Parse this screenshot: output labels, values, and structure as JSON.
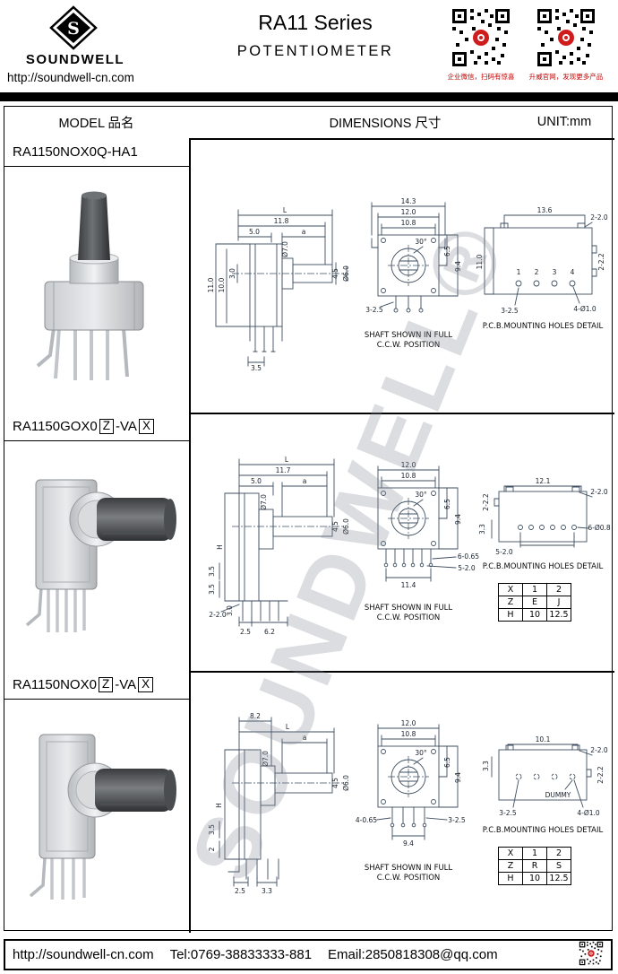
{
  "watermark": "SOUNDWELL®",
  "header": {
    "company": "SOUNDWELL",
    "logo_letter": "S",
    "site": "http://soundwell-cn.com",
    "series": "RA11 Series",
    "product": "POTENTIOMETER",
    "qr1_caption": "企业微信，扫码有惊喜",
    "qr2_caption": "升威官网，发现更多产品"
  },
  "table_header": {
    "model": "MODEL 品名",
    "dimensions": "DIMENSIONS 尺寸",
    "unit": "UNIT:mm"
  },
  "captions": {
    "shaft_line1": "SHAFT SHOWN IN FULL",
    "shaft_line2": "C.C.W. POSITION",
    "pcb": "P.C.B.MOUNTING HOLES DETAIL"
  },
  "rows": [
    {
      "model": "RA1150NOX0Q-HA1",
      "side": [
        "L",
        "11.8",
        "5.0",
        "a",
        "11.0",
        "10.0",
        "3.0",
        "Ø7.0",
        "4.5",
        "Ø6.0",
        "3.5"
      ],
      "front": [
        "14.3",
        "12.0",
        "10.8",
        "30°",
        "6.5",
        "9.4",
        "3-2.5"
      ],
      "pcb": [
        "13.6",
        "2-2.0",
        "11.0",
        "2-2.2",
        "1",
        "2",
        "3",
        "4",
        "3-2.5",
        "4-Ø1.0"
      ]
    },
    {
      "model_prefix": "RA1150GOX0",
      "model_z": "Z",
      "model_mid": "-VA",
      "model_x": "X",
      "side": [
        "L",
        "11.7",
        "5.0",
        "a",
        "Ø7.0",
        "4.5",
        "Ø6.0",
        "H",
        "3.5",
        "3.5",
        "2-2.0",
        "3.0",
        "2.5",
        "6.2"
      ],
      "front": [
        "12.0",
        "10.8",
        "30°",
        "6.5",
        "9.4",
        "6-0.65",
        "5-2.0",
        "11.4"
      ],
      "pcb": [
        "12.1",
        "2-2.0",
        "2-2.2",
        "3.3",
        "6-Ø0.8",
        "5-2.0"
      ],
      "table": {
        "h": [
          "X",
          "1",
          "2"
        ],
        "r1": [
          "Z",
          "E",
          "J"
        ],
        "r2": [
          "H",
          "10",
          "12.5"
        ]
      }
    },
    {
      "model_prefix": "RA1150NOX0",
      "model_z": "Z",
      "model_mid": "-VA",
      "model_x": "X",
      "side": [
        "8.2",
        "L",
        "a",
        "Ø7.0",
        "4.5",
        "Ø6.0",
        "H",
        "3.5",
        "2",
        "3.3",
        "2.5"
      ],
      "front": [
        "12.0",
        "10.8",
        "30°",
        "6.5",
        "9.4",
        "4-0.65",
        "9.4",
        "3-2.5"
      ],
      "pcb": [
        "10.1",
        "2-2.0",
        "3.3",
        "DUMMY",
        "3-2.5",
        "4-Ø1.0",
        "2-2.2"
      ],
      "table": {
        "h": [
          "X",
          "1",
          "2"
        ],
        "r1": [
          "Z",
          "R",
          "S"
        ],
        "r2": [
          "H",
          "10",
          "12.5"
        ]
      }
    }
  ],
  "footer": {
    "site": "http://soundwell-cn.com",
    "tel": "Tel:0769-38833333-881",
    "email": "Email:2850818308@qq.com"
  }
}
